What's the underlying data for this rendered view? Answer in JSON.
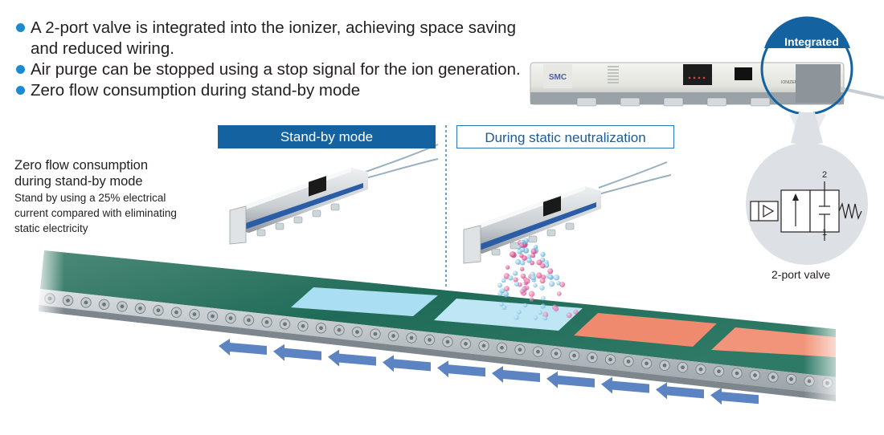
{
  "bullets": [
    "A 2-port valve is integrated into the ionizer, achieving space saving and reduced wiring.",
    "Air purge can be stopped using a stop signal for the ion generation.",
    "Zero flow consumption during stand-by mode"
  ],
  "modes": {
    "standby": "Stand-by mode",
    "neutralization": "During static neutralization"
  },
  "left_note": {
    "title_line1": "Zero flow consumption",
    "title_line2": "during stand-by mode",
    "detail_line1": "Stand by using a 25% electrical",
    "detail_line2": "current compared with eliminating",
    "detail_line3": "static electricity"
  },
  "callout": {
    "badge": "Integrated",
    "valve_caption": "2-port valve",
    "port_top": "2",
    "port_bottom": "1"
  },
  "product": {
    "brand": "SMC",
    "model_text": "IONIZER"
  },
  "colors": {
    "accent_blue": "#14629f",
    "belt_green": "#1f6b57",
    "arrow_blue": "#5d84c2",
    "panel_light_blue": "#bfe6f5",
    "panel_salmon": "#f08a6e",
    "ion_pink": "#e2508f",
    "ion_blue": "#7fc4e6"
  },
  "icons": [
    "flow-arrow-icon",
    "solenoid-valve-symbol-icon",
    "ion-particle-icon"
  ]
}
